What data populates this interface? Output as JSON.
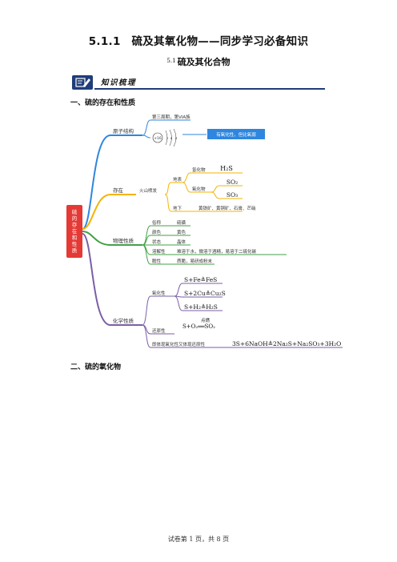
{
  "page_title": "5.1.1　硫及其氧化物——同步学习必备知识",
  "section_num": "5.1",
  "section_title": "硫及其化合物",
  "banner_label": "知识梳理",
  "heading1": "一、硫的存在和性质",
  "heading2": "二、硫的氧化物",
  "footer": "试卷第 1 页，共 8 页",
  "mindmap": {
    "root": [
      "硫",
      "的",
      "存",
      "在",
      "和",
      "性",
      "质"
    ],
    "branches": {
      "atomic": {
        "label": "原子结构",
        "period": "第三周期，第VIA族",
        "nucleus": "+16",
        "electrons": [
          "2",
          "8",
          "6"
        ],
        "property": "有氧化性，但比氧弱"
      },
      "existence": {
        "label": "存在",
        "volcano": "火山喷发",
        "surface": "地表",
        "hydride_label": "氢化物",
        "hydride": "H₂S",
        "oxide_label": "氧化物",
        "oxides": [
          "SO₂",
          "SO₃"
        ],
        "underground": "地下",
        "minerals": "黄铁矿、黄铜矿、石膏、芒硝"
      },
      "physical": {
        "label": "物理性质",
        "rows": [
          {
            "k": "俗称",
            "v": "硫磺"
          },
          {
            "k": "颜色",
            "v": "黄色"
          },
          {
            "k": "状态",
            "v": "晶体"
          },
          {
            "k": "溶解性",
            "v": "难溶于水，微溶于酒精，易溶于二硫化碳"
          },
          {
            "k": "脆性",
            "v": "质脆，易研成粉末"
          }
        ]
      },
      "chemical": {
        "label": "化学性质",
        "oxidizing": "氧化性",
        "oxidizing_eqs": [
          "S+Fe≜FeS",
          "S+2Cu≜Cu₂S",
          "S+H₂≜H₂S"
        ],
        "condition": "点燃",
        "reducing_eq": "S+O₂══SO₂",
        "reducing": "还原性",
        "both": "即体现氧化性又体现还原性",
        "both_eq": "3S+6NaOH≜2Na₂S+Na₂SO₃+3H₂O"
      }
    }
  },
  "colors": {
    "root": "#e53935",
    "atomic": "#2e86de",
    "existence": "#f4b400",
    "physical": "#43a047",
    "chemical": "#7b5ea7",
    "banner": "#1f3d7a"
  }
}
